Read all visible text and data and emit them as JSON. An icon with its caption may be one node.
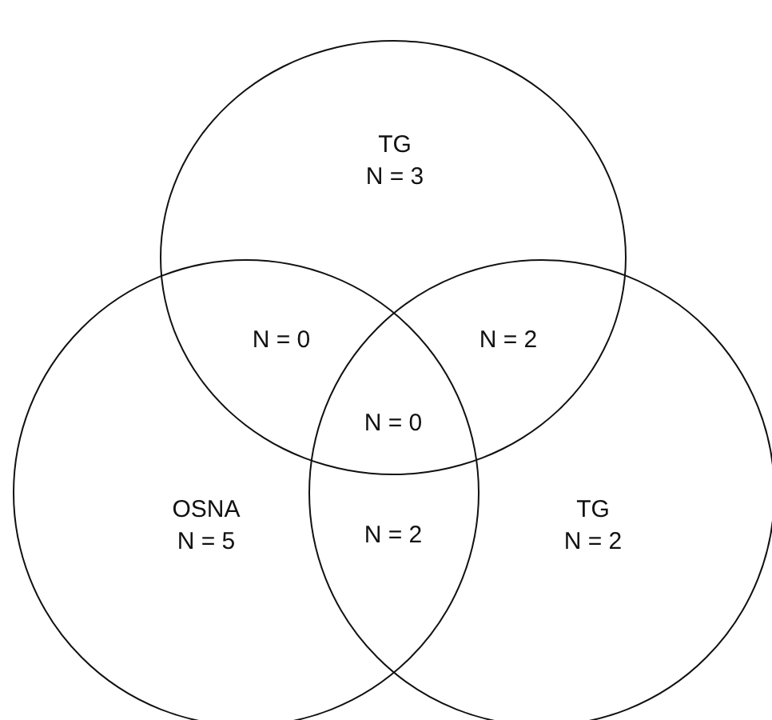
{
  "diagram": {
    "nodes": [
      {
        "text": [
          "TG",
          "N = 3"
        ]
      },
      {
        "text": [
          "OSNA",
          "N = 5"
        ]
      },
      {
        "text": [
          "TG",
          "N = 2"
        ]
      }
    ],
    "edges": [],
    "labels": [
      "N = 0",
      "N = 2",
      "N = 0",
      "N = 2"
    ]
  }
}
